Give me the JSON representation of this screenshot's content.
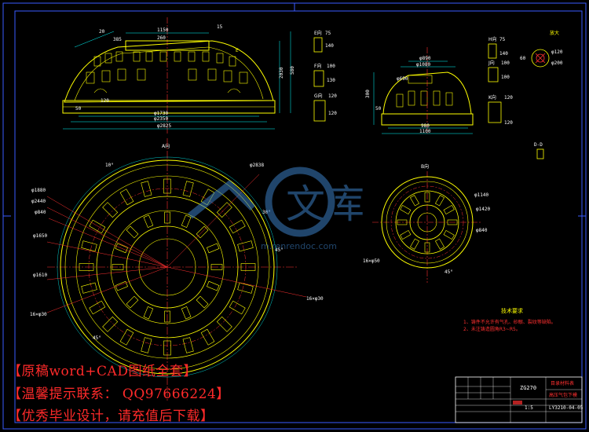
{
  "drawing": {
    "front_view_dims": [
      "1150",
      "260",
      "2030",
      "φ1730",
      "φ2350",
      "φ2825",
      "580",
      "385",
      "50",
      "120",
      "20",
      "15",
      "E"
    ],
    "section_view_label": "A向",
    "plan_dims": [
      "φ2838",
      "φ1880",
      "φ2440",
      "φ840",
      "φ1650",
      "φ1610",
      "10°",
      "30°",
      "45°",
      "45°",
      "16×φ30",
      "16×φ30"
    ],
    "b_view_label": "B向",
    "b_view_dims": [
      "φ1140",
      "φ1420",
      "φ840",
      "16×φ50",
      "45°"
    ],
    "side_view_dims": [
      "φ890",
      "φ1080",
      "φ690",
      "980",
      "1100",
      "300",
      "50"
    ],
    "detail_labels": [
      {
        "name": "E向",
        "dims": [
          "75",
          "140"
        ]
      },
      {
        "name": "F向",
        "dims": [
          "100",
          "130"
        ]
      },
      {
        "name": "G向",
        "dims": [
          "120",
          "120"
        ]
      },
      {
        "name": "H向",
        "dims": [
          "75",
          "140"
        ]
      },
      {
        "name": "J向",
        "dims": [
          "100",
          "100"
        ]
      },
      {
        "name": "K向",
        "dims": [
          "120",
          "120"
        ]
      }
    ],
    "section_dd_label": "D-D",
    "corner_note": "放大",
    "corner_dims": [
      "φ120",
      "φ200",
      "60"
    ],
    "tech_title": "技术要求",
    "tech_notes": [
      "1、铸件不允许有气孔、砂眼、裂纹等缺陷。",
      "2、未注铸造圆角R3~R5。"
    ],
    "title_block": {
      "material": "ZG270",
      "company": "目录材料表",
      "part_name": "高压气包下模",
      "drawing_no": "LY3210-04-05",
      "ratio": "1:5"
    }
  },
  "watermark": {
    "text": "文库",
    "url": "m.renrendoc.com"
  },
  "promo": {
    "line1": "【原稿word+CAD图纸全套】",
    "line2": "【温馨提示联系： QQ97666224】",
    "line3": "【优秀毕业设计，请充值后下载】"
  },
  "colors": {
    "background": "#000000",
    "frame": "#3a5cff",
    "outline": "#ffff00",
    "dimension": "#00ffff",
    "centerline": "#ff3030",
    "text": "#ffffff",
    "watermark": "#3b7fc4",
    "promo_text": "#ff2a2a"
  }
}
